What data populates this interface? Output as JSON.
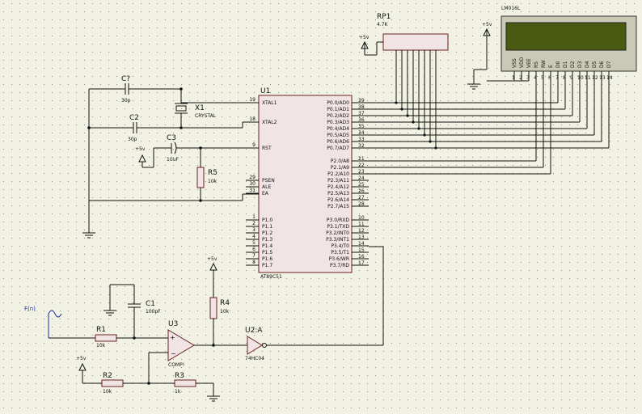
{
  "u1": {
    "ref": "U1",
    "part": "AT89C51",
    "left_pins": [
      {
        "num": "19",
        "name": "XTAL1"
      },
      {
        "num": "18",
        "name": "XTAL2"
      },
      {
        "num": "9",
        "name": "RST"
      },
      {
        "num": "29",
        "name": "PSEN"
      },
      {
        "num": "30",
        "name": "ALE"
      },
      {
        "num": "31",
        "name": "EA"
      },
      {
        "num": "1",
        "name": "P1.0"
      },
      {
        "num": "2",
        "name": "P1.1"
      },
      {
        "num": "3",
        "name": "P1.2"
      },
      {
        "num": "4",
        "name": "P1.3"
      },
      {
        "num": "5",
        "name": "P1.4"
      },
      {
        "num": "6",
        "name": "P1.5"
      },
      {
        "num": "7",
        "name": "P1.6"
      },
      {
        "num": "8",
        "name": "P1.7"
      }
    ],
    "right_pins": [
      {
        "num": "39",
        "name": "P0.0/AD0"
      },
      {
        "num": "38",
        "name": "P0.1/AD1"
      },
      {
        "num": "37",
        "name": "P0.2/AD2"
      },
      {
        "num": "36",
        "name": "P0.3/AD3"
      },
      {
        "num": "35",
        "name": "P0.4/AD4"
      },
      {
        "num": "34",
        "name": "P0.5/AD5"
      },
      {
        "num": "33",
        "name": "P0.6/AD6"
      },
      {
        "num": "32",
        "name": "P0.7/AD7"
      },
      {
        "num": "21",
        "name": "P2.0/A8"
      },
      {
        "num": "22",
        "name": "P2.1/A9"
      },
      {
        "num": "23",
        "name": "P2.2/A10"
      },
      {
        "num": "24",
        "name": "P2.3/A11"
      },
      {
        "num": "25",
        "name": "P2.4/A12"
      },
      {
        "num": "26",
        "name": "P2.5/A13"
      },
      {
        "num": "27",
        "name": "P2.6/A14"
      },
      {
        "num": "28",
        "name": "P2.7/A15"
      },
      {
        "num": "10",
        "name": "P3.0/RXD"
      },
      {
        "num": "11",
        "name": "P3.1/TXD"
      },
      {
        "num": "12",
        "name": "P3.2/INT0"
      },
      {
        "num": "13",
        "name": "P3.3/INT1"
      },
      {
        "num": "14",
        "name": "P3.4/T0"
      },
      {
        "num": "15",
        "name": "P3.5/T1"
      },
      {
        "num": "16",
        "name": "P3.6/WR"
      },
      {
        "num": "17",
        "name": "P3.7/RD"
      }
    ]
  },
  "rp1": {
    "ref": "RP1",
    "value": "4.7K"
  },
  "lcd": {
    "ref": "LM016L",
    "pins": [
      "VSS",
      "VDD",
      "VEE",
      "RS",
      "RW",
      "E",
      "D0",
      "D1",
      "D2",
      "D3",
      "D4",
      "D5",
      "D6",
      "D7"
    ],
    "pin_nums": [
      "1",
      "2",
      "3",
      "4",
      "5",
      "6",
      "7",
      "8",
      "9",
      "10",
      "11",
      "12",
      "13",
      "14"
    ]
  },
  "components": {
    "cq": {
      "ref": "C?",
      "value": "30p"
    },
    "c2": {
      "ref": "C2",
      "value": "30p"
    },
    "c3": {
      "ref": "C3",
      "value": "10uF"
    },
    "x1": {
      "ref": "X1",
      "value": "CRYSTAL"
    },
    "r5": {
      "ref": "R5",
      "value": "10k"
    },
    "r4": {
      "ref": "R4",
      "value": "10k"
    },
    "r1": {
      "ref": "R1",
      "value": "10k"
    },
    "r2": {
      "ref": "R2",
      "value": "10k"
    },
    "r3": {
      "ref": "R3",
      "value": "1k"
    },
    "c1": {
      "ref": "C1",
      "value": "100pF"
    },
    "u3": {
      "ref": "U3",
      "value": "COMP!"
    },
    "u2a": {
      "ref": "U2:A",
      "value": "74HC04"
    },
    "source": {
      "ref": "F(n)"
    }
  },
  "supply": {
    "label": "+5v"
  },
  "colors": {
    "wire": "#111111",
    "chip_fill": "#f1e4e4",
    "chip_border": "#6a2020",
    "lcd_screen": "#4a5a10",
    "background": "#f2f2e4",
    "grid": "#8a8a7a",
    "source": "#1a2aa0"
  }
}
